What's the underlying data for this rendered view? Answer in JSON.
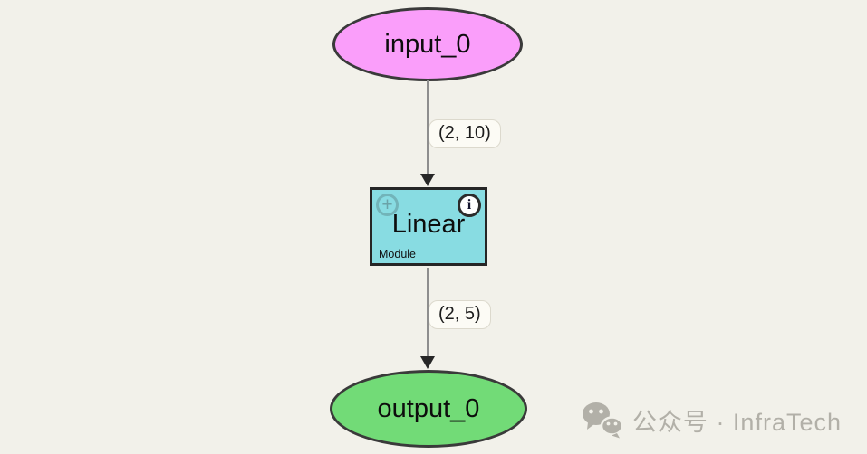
{
  "background_color": "#f2f1ea",
  "diagram": {
    "nodes": {
      "input": {
        "label": "input_0",
        "fill": "#fa9efa",
        "border": "#3a3a3a"
      },
      "linear": {
        "title": "Linear",
        "subtitle": "Module",
        "fill": "#88dce2",
        "border": "#262626",
        "plus_icon_glyph": "+",
        "info_icon_glyph": "i"
      },
      "output": {
        "label": "output_0",
        "fill": "#72db77",
        "border": "#3a3a3a"
      }
    },
    "edges": [
      {
        "from": "input_0",
        "to": "Linear",
        "label": "(2, 10)"
      },
      {
        "from": "Linear",
        "to": "output_0",
        "label": "(2, 5)"
      }
    ],
    "edge_color": "#8e8e8e",
    "arrow_color": "#272727"
  },
  "watermark": {
    "icon": "wechat-icon",
    "text": "公众号 · InfraTech",
    "color": "#b2b0a8"
  }
}
